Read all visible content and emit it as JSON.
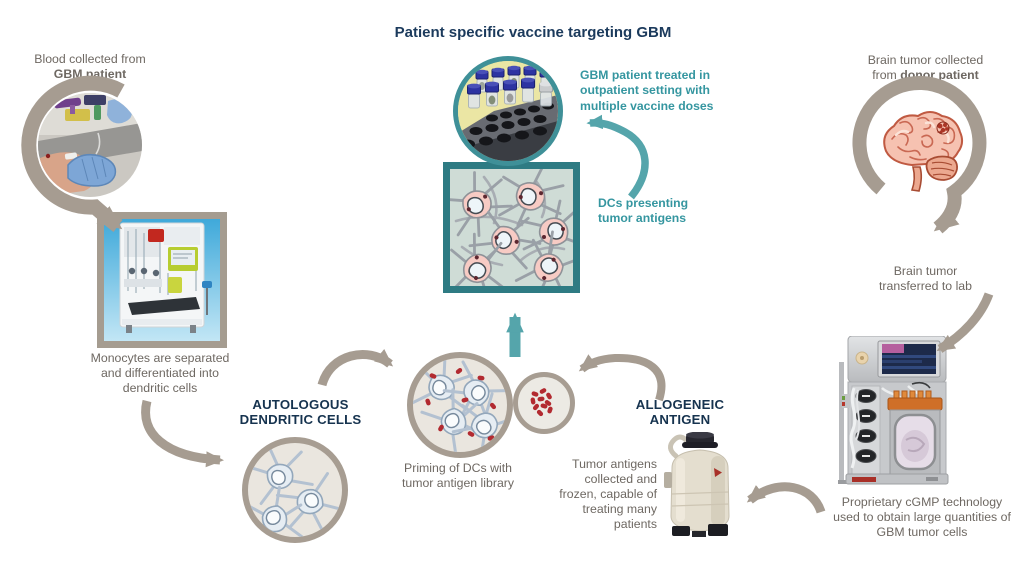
{
  "title": "Patient specific vaccine targeting GBM",
  "palette": {
    "navy_heading": "#1b3a5c",
    "teal_text": "#3596a0",
    "teal_border": "#2e7b83",
    "teal_arrow": "#55a5ab",
    "taupe_arrow": "#a69c91",
    "caption_gray": "#6e6862",
    "antigen_red": "#b22a30"
  },
  "left_flow": {
    "blood": {
      "line1": "Blood collected from",
      "line2_bold": "GBM patient"
    },
    "monocytes_caption": "Monocytes are separated and differentiated into dendritic cells",
    "autologous": {
      "heading_line1": "AUTOLOGOUS",
      "heading_line2": "DENDRITIC CELLS"
    },
    "priming_caption": "Priming of DCs with tumor antigen library"
  },
  "center_flow": {
    "vaccine_note": "GBM patient treated in outpatient setting with multiple vaccine doses",
    "dcs_note": "DCs presenting tumor antigens"
  },
  "right_flow": {
    "brain": {
      "line1": "Brain tumor collected",
      "line2_pre": "from ",
      "line2_bold": "donor patient"
    },
    "transfer_caption": "Brain tumor transferred to lab",
    "cgmp_caption": "Proprietary cGMP technology used to obtain large quantities of GBM tumor cells",
    "allogeneic": {
      "heading_line1": "ALLOGENEIC",
      "heading_line2": "ANTIGEN",
      "caption": "Tumor antigens collected and frozen, capable of treating many patients"
    }
  }
}
